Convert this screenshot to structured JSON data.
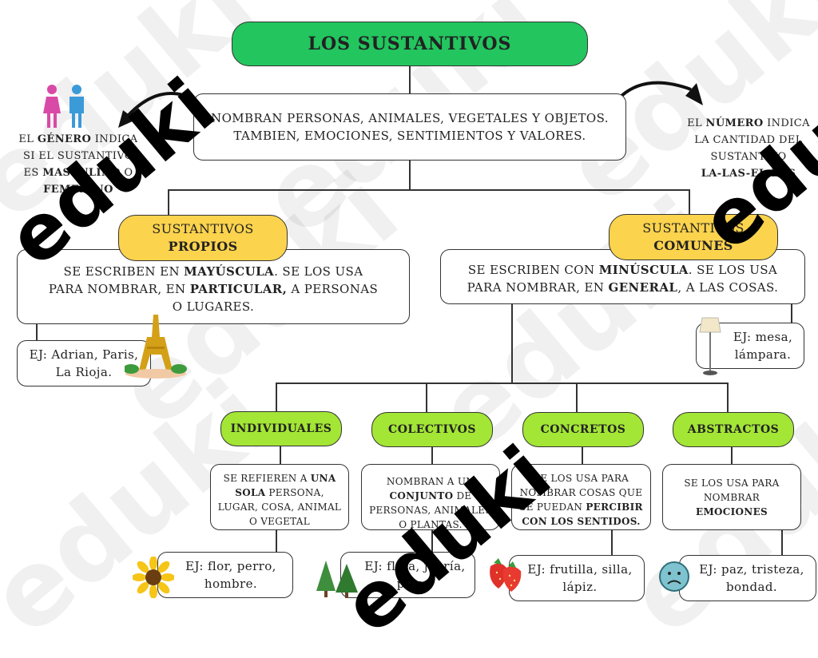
{
  "title": "LOS SUSTANTIVOS",
  "definition": {
    "line1": "NOMBRAN PERSONAS, ANIMALES, VEGETALES Y OBJETOS.",
    "line2": "TAMBIEN, EMOCIONES, SENTIMIENTOS Y VALORES."
  },
  "genero": {
    "p1": "EL ",
    "b1": "GÉNERO",
    "p2": " INDICA",
    "l2": "SI EL SUSTANTIVO",
    "l3a": "ES ",
    "b2": "MASCULINO",
    "p3": " O",
    "b3": "FEMENINO"
  },
  "numero": {
    "p1": "EL ",
    "b1": "NÚMERO",
    "p2": " INDICA",
    "l2": "LA CANTIDAD DEL",
    "l3": "SUSTANTIVO",
    "b2": "LA-LAS-EL-LOS"
  },
  "propios": {
    "label1": "SUSTANTIVOS",
    "label2": "PROPIOS",
    "desc": {
      "p1": "SE ESCRIBEN EN ",
      "b1": "MAYÚSCULA",
      "p2": ". SE LOS USA PARA NOMBRAR, EN ",
      "b2": "PARTICULAR,",
      "p3": " A PERSONAS O LUGARES."
    },
    "example": "EJ: Adrian, Paris, La Rioja."
  },
  "comunes": {
    "label1": "SUSTANTIVOS",
    "label2": "COMUNES",
    "desc": {
      "p1": "SE ESCRIBEN CON ",
      "b1": "MINÚSCULA",
      "p2": ". SE LOS USA PARA NOMBRAR, EN ",
      "b2": "GENERAL",
      "p3": ", A LAS COSAS."
    },
    "example": "EJ: mesa, lámpara."
  },
  "individuales": {
    "label": "INDIVIDUALES",
    "desc": {
      "p1": "SE REFIEREN A ",
      "b1": "UNA SOLA",
      "p2": " PERSONA, LUGAR, COSA, ANIMAL O VEGETAL"
    },
    "example": "EJ: flor, perro, hombre."
  },
  "colectivos": {
    "label": "COLECTIVOS",
    "desc": {
      "p1": "NOMBRAN A UN ",
      "b1": "CONJUNTO",
      "p2": " DE PERSONAS, ANIMALES O PLANTAS."
    },
    "example": "EJ: flota, jauría, pinar."
  },
  "concretos": {
    "label": "CONCRETOS",
    "desc": {
      "p1": "SE LOS USA PARA NOMBRAR COSAS QUE SE PUEDAN ",
      "b1": "PERCIBIR CON LOS SENTIDOS."
    },
    "example": "EJ:  frutilla, silla, lápiz."
  },
  "abstractos": {
    "label": "ABSTRACTOS",
    "desc": {
      "p1": "SE LOS USA PARA NOMBRAR ",
      "b1": "EMOCIONES"
    },
    "example": "EJ:  paz, tristeza, bondad."
  },
  "watermark": "eduki",
  "colors": {
    "title_green": "#22c55e",
    "yellow": "#fcd34d",
    "lime": "#a3e635"
  }
}
